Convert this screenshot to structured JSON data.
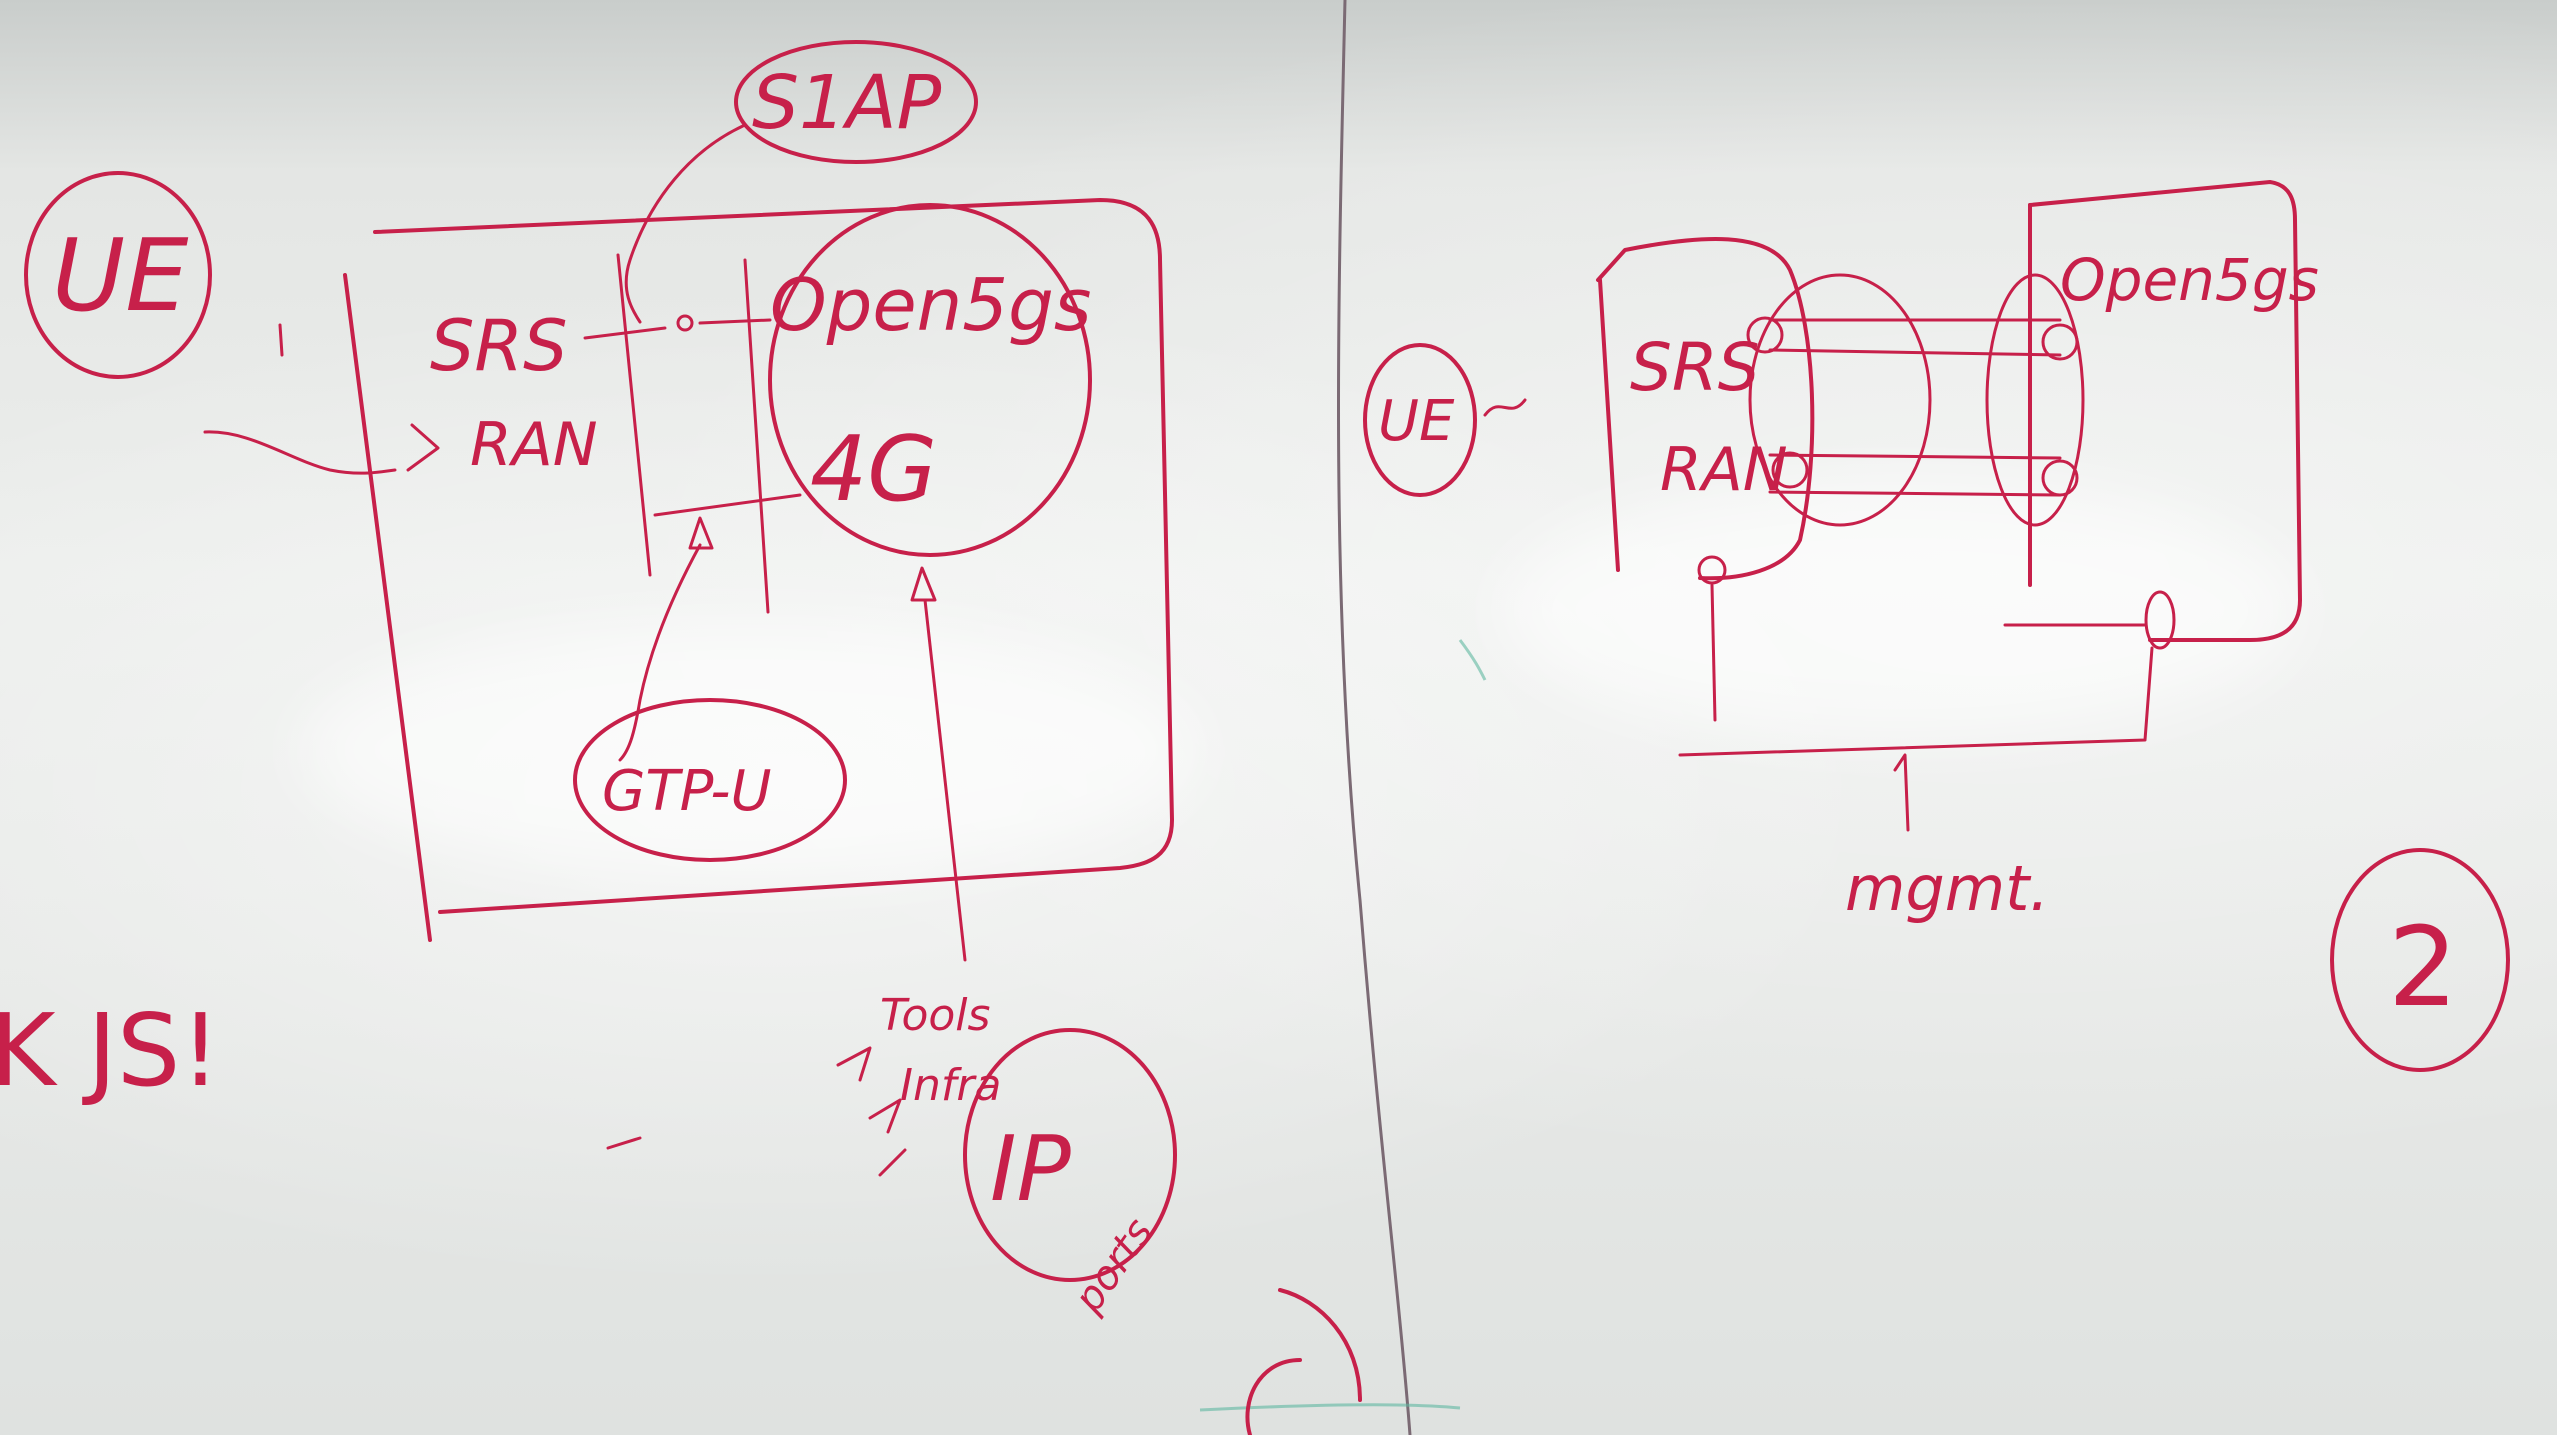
{
  "whiteboard": {
    "ink_color": "#c7204a",
    "left_diagram": {
      "s1ap": "S1AP",
      "ue": "UE",
      "srs_ran_line1": "SRS",
      "srs_ran_line2": "RAN",
      "opensgs": "Open5gs",
      "fourg": "4G",
      "gtpu": "GTP-U",
      "ip": "IP",
      "tools_line1": "Tools",
      "tools_line2": "Infra",
      "ports": "ports",
      "js_text": "K JS!"
    },
    "right_diagram": {
      "ue": "UE",
      "srs_ran_line1": "SRS",
      "srs_ran_line2": "RAN",
      "opensgs": "Open5gs",
      "mgmt": "mgmt.",
      "circled_number": "2"
    }
  }
}
